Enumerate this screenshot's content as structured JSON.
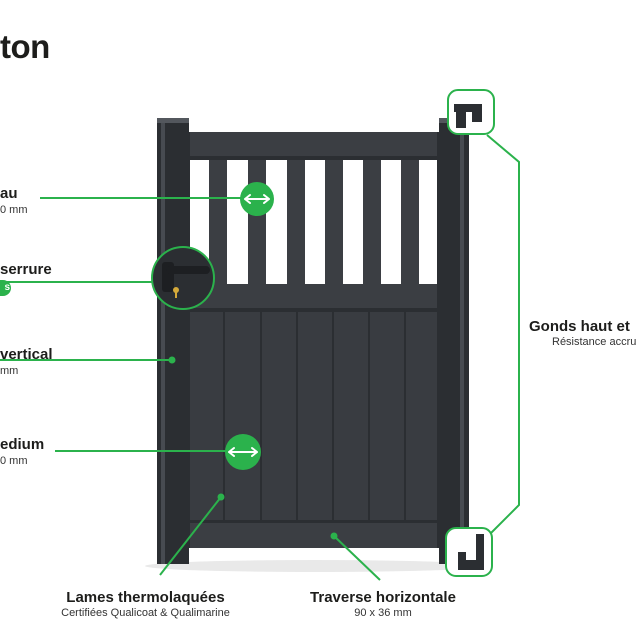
{
  "title": "ton",
  "colors": {
    "accent": "#2bb24c",
    "gate": "#3b3e43",
    "gate_dark": "#2b2e32",
    "gate_light": "#474b51"
  },
  "icons": {
    "double_arrow": "double-arrow-icon",
    "lock_handle": "door-handle-icon",
    "hinge": "hinge-icon"
  },
  "callouts": {
    "barreau": {
      "name": "au",
      "sub": "0 mm"
    },
    "serrure": {
      "name": "serrure",
      "badge": "s"
    },
    "montant": {
      "name": "vertical",
      "sub": "mm"
    },
    "medium": {
      "name": "edium",
      "sub": "0 mm"
    },
    "gonds": {
      "name": "Gonds haut et",
      "sub": "Résistance accru"
    },
    "lames": {
      "name": "Lames thermolaquées",
      "sub": "Certifiées Qualicoat & Qualimarine"
    },
    "traverse": {
      "name": "Traverse horizontale",
      "sub": "90 x 36 mm"
    }
  }
}
